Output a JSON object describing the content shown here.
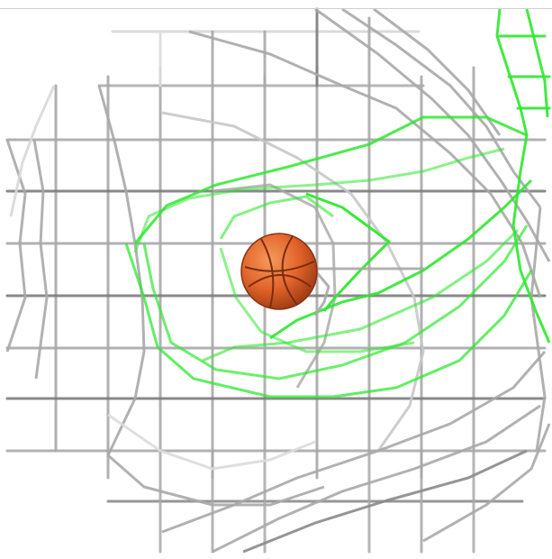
{
  "scene": {
    "type": "3d-mesh-viewer",
    "background": "#ffffff",
    "ball": {
      "icon": "basketball-icon",
      "color": "#e2642a"
    },
    "grid_mesh": {
      "color": "#a8a8a8",
      "style": "wireframe lattice"
    },
    "green_mesh": {
      "color": "#2ee82e",
      "style": "wireframe contours"
    }
  }
}
